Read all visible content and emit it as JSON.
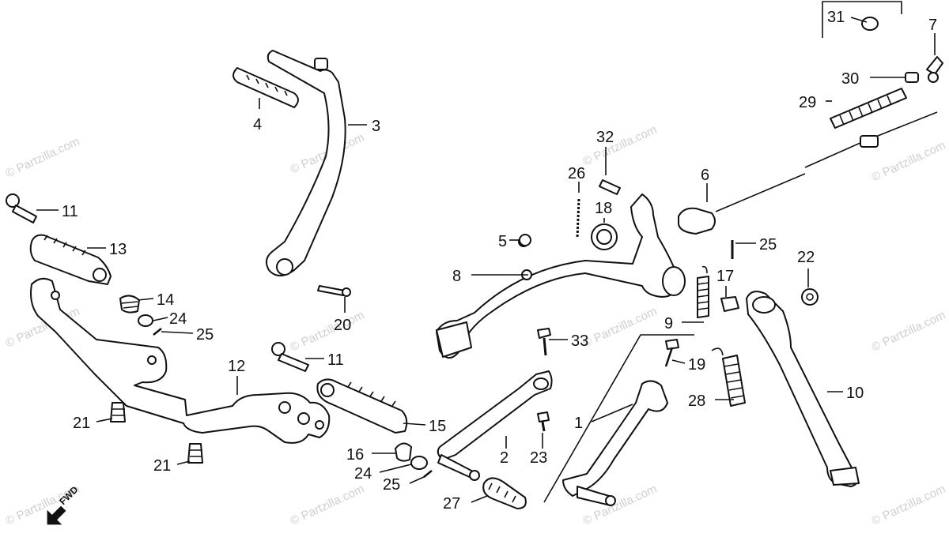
{
  "watermark": "© Partzilla.com",
  "fwd_label": "FWD",
  "callouts": [
    "31",
    "7",
    "30",
    "29",
    "4",
    "3",
    "32",
    "26",
    "6",
    "18",
    "11",
    "13",
    "5",
    "25",
    "8",
    "22",
    "17",
    "14",
    "24",
    "25",
    "9",
    "20",
    "33",
    "11",
    "12",
    "19",
    "10",
    "28",
    "21",
    "15",
    "1",
    "16",
    "2",
    "23",
    "24",
    "25",
    "21",
    "27"
  ]
}
